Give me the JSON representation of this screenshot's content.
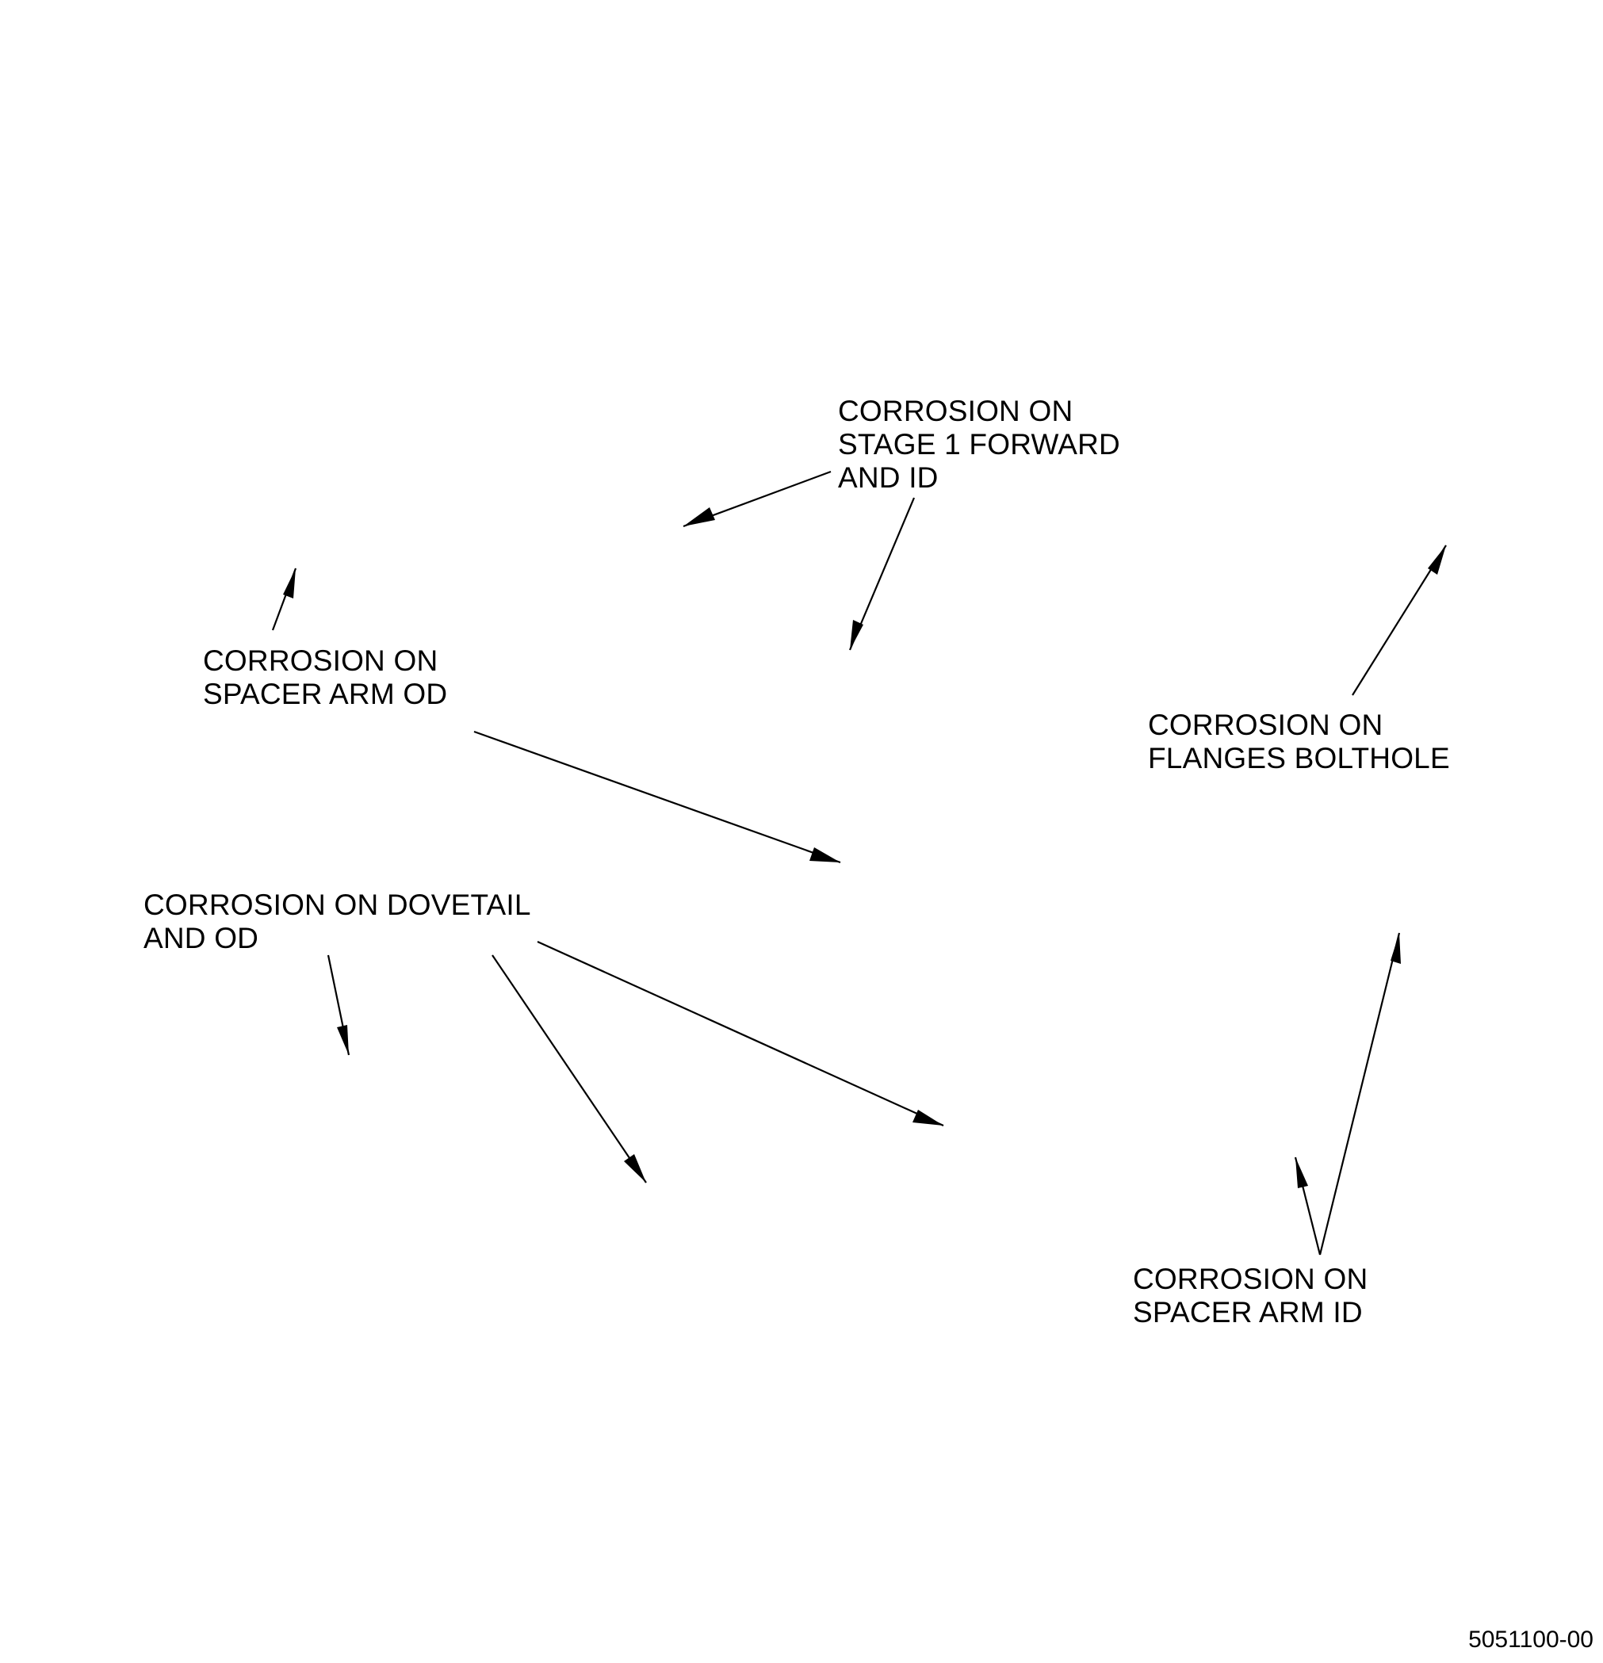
{
  "figure": {
    "number": "5051100-00"
  },
  "callouts": {
    "stage1": {
      "lines": [
        "CORROSION ON",
        "STAGE 1 FORWARD",
        "AND ID"
      ]
    },
    "spacer_od": {
      "lines": [
        "CORROSION ON",
        "SPACER ARM OD"
      ]
    },
    "flanges": {
      "lines": [
        "CORROSION ON",
        "FLANGES BOLTHOLE"
      ]
    },
    "dovetail": {
      "lines": [
        "CORROSION ON DOVETAIL",
        "AND OD"
      ]
    },
    "spacer_id": {
      "lines": [
        "CORROSION ON",
        "SPACER ARM ID"
      ]
    }
  },
  "colors": {
    "ink": "#000000",
    "paper": "#ffffff"
  }
}
